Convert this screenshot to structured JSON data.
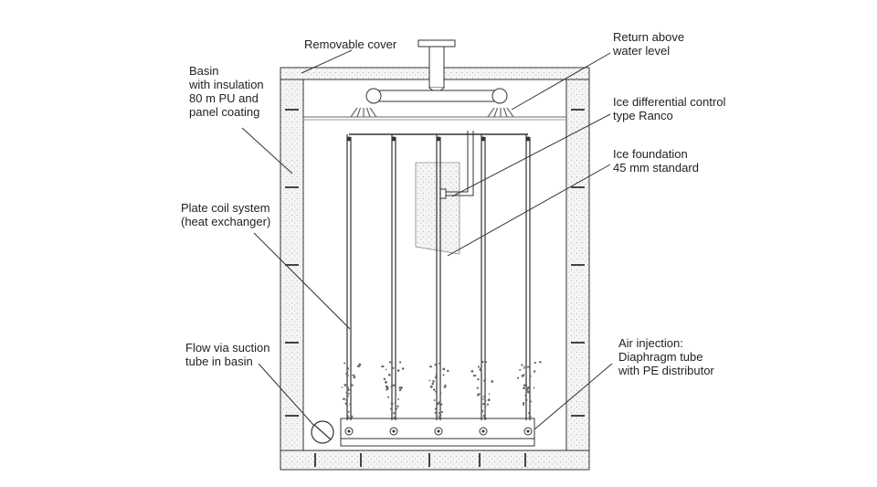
{
  "labels": {
    "removable_cover": [
      "Removable cover"
    ],
    "basin": [
      "Basin",
      "with insulation",
      "80 m PU and",
      "panel coating"
    ],
    "return_above": [
      "Return above",
      "water level"
    ],
    "ice_control": [
      "Ice differential control",
      "type Ranco"
    ],
    "ice_foundation": [
      "Ice foundation",
      "45 mm standard"
    ],
    "plate_coil": [
      "Plate coil system",
      "(heat exchanger)"
    ],
    "flow_suction": [
      "Flow via suction",
      "tube in basin"
    ],
    "air_injection": [
      "Air injection:",
      "Diaphragm tube",
      "with PE distributor"
    ]
  },
  "colors": {
    "line": "#333333",
    "insulation": "#f2f2f2",
    "bubble": "#666666",
    "background": "#ffffff"
  }
}
